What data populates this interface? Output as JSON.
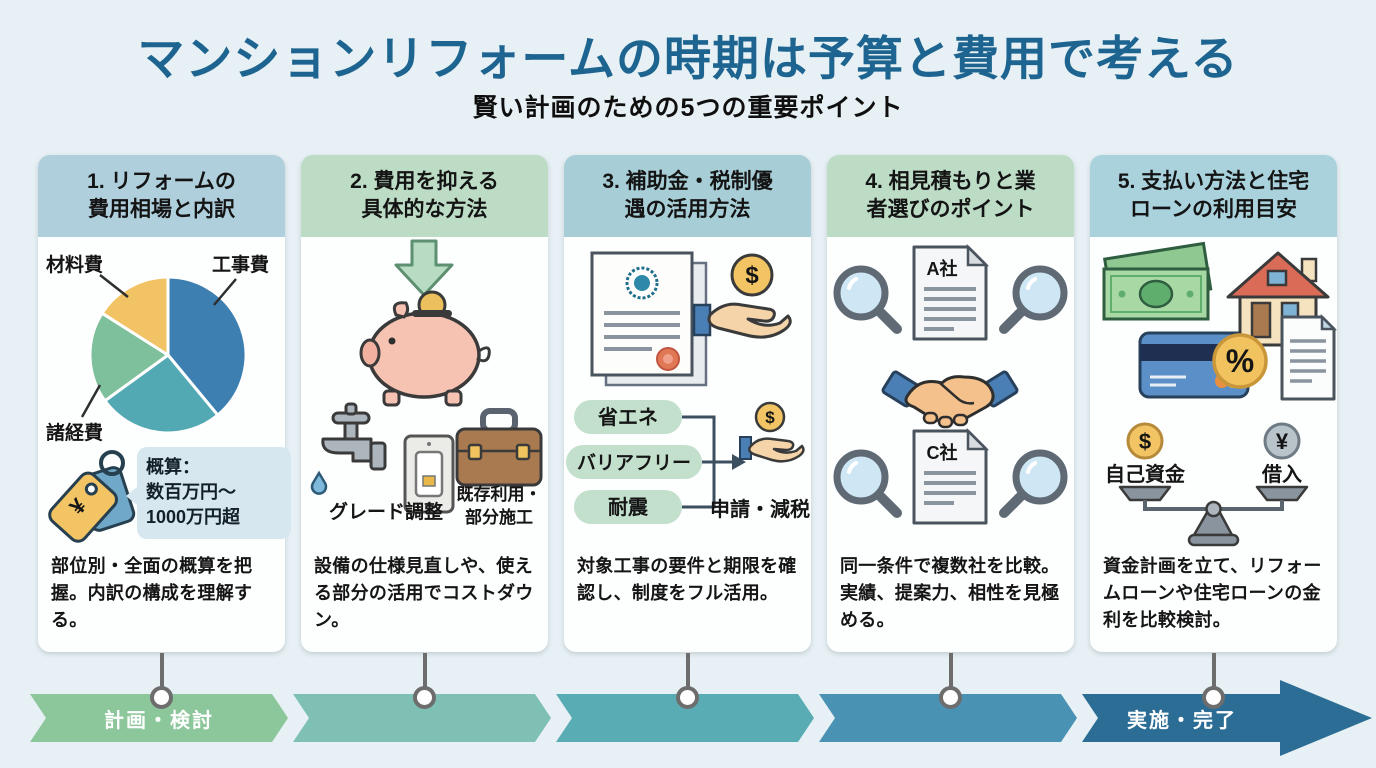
{
  "header": {
    "title": "マンションリフォームの時期は予算と費用で考える",
    "subtitle": "賢い計画のための5つの重要ポイント"
  },
  "chart_data": {
    "type": "pie",
    "slices": [
      {
        "label": "工事費",
        "value": 39,
        "color": "#3d7fb1"
      },
      {
        "label": "",
        "value": 26,
        "color": "#52a9b4"
      },
      {
        "label": "諸経費",
        "value": 19,
        "color": "#7dc09b"
      },
      {
        "label": "材料費",
        "value": 16,
        "color": "#f1c364"
      }
    ]
  },
  "cards": [
    {
      "title": "1. リフォームの\n費用相場と内訳",
      "header_color": "#afcfdd",
      "bubble": "概算：\n数百万円〜\n1000万円超",
      "desc": "部位別・全面の概算を把握。内訳の構成を理解する。"
    },
    {
      "title": "2. 費用を抑える\n具体的な方法",
      "header_color": "#bcdcc6",
      "labels": {
        "grade": "グレード調整",
        "existing1": "既存利用・",
        "existing2": "部分施工"
      },
      "desc": "設備の仕様見直しや、使える部分の活用でコストダウン。"
    },
    {
      "title": "3. 補助金・税制優\n遇の活用方法",
      "header_color": "#a7ced6",
      "pills": [
        "省エネ",
        "バリアフリー",
        "耐震"
      ],
      "arrow_label": "申請・減税",
      "desc": "対象工事の要件と期限を確認し、制度をフル活用。"
    },
    {
      "title": "4. 相見積もりと業\n者選びのポイント",
      "header_color": "#bcdcc6",
      "doc_labels": [
        "A社",
        "C社"
      ],
      "desc": "同一条件で複数社を比較。実績、提案力、相性を見極める。"
    },
    {
      "title": "5. 支払い方法と住宅\nローンの利用目安",
      "header_color": "#aad2dd",
      "scale": {
        "left_coin": "$",
        "left_label": "自己資金",
        "right_coin": "¥",
        "right_label": "借入"
      },
      "desc": "資金計画を立て、リフォームローンや住宅ローンの金利を比較検討。"
    }
  ],
  "timeline": {
    "segments": [
      {
        "label": "計画・検討",
        "color": "#8cc69b"
      },
      {
        "label": "",
        "color": "#7fc0b4"
      },
      {
        "label": "",
        "color": "#5aacb4"
      },
      {
        "label": "",
        "color": "#4a92b4"
      },
      {
        "label": "実施・完了",
        "color": "#2c6d95"
      }
    ]
  }
}
